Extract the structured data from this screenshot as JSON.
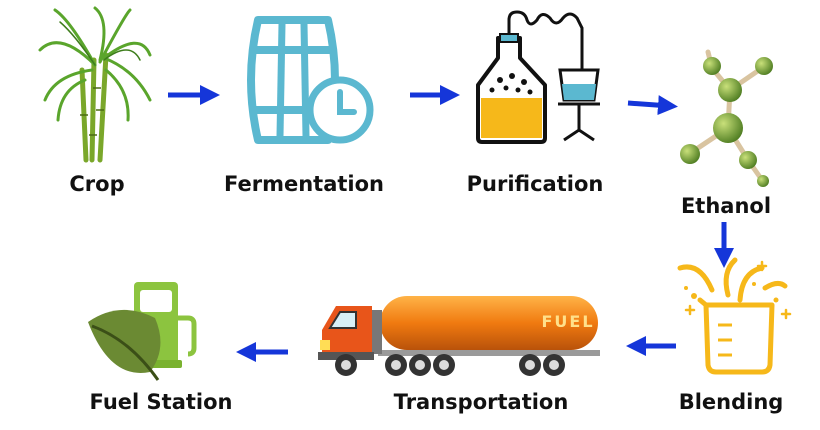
{
  "steps": [
    {
      "id": "crop",
      "label": "Crop",
      "icon": "sugarcane-icon"
    },
    {
      "id": "fermentation",
      "label": "Fermentation",
      "icon": "barrel-clock-icon"
    },
    {
      "id": "purification",
      "label": "Purification",
      "icon": "distillation-apparatus-icon"
    },
    {
      "id": "ethanol",
      "label": "Ethanol",
      "icon": "molecule-icon"
    },
    {
      "id": "blending",
      "label": "Blending",
      "icon": "beaker-blending-icon"
    },
    {
      "id": "transportation",
      "label": "Transportation",
      "icon": "fuel-tanker-truck-icon"
    },
    {
      "id": "fuel_station",
      "label": "Fuel Station",
      "icon": "fuel-pump-leaf-icon"
    }
  ],
  "truck": {
    "tank_text": "FUEL"
  },
  "colors": {
    "arrow": "#1536d9",
    "barrel": "#5bb8d0",
    "liquid": "#f6b81a",
    "pump": "#8cc43f",
    "tank": "#f07a10",
    "cab": "#e8551a"
  }
}
